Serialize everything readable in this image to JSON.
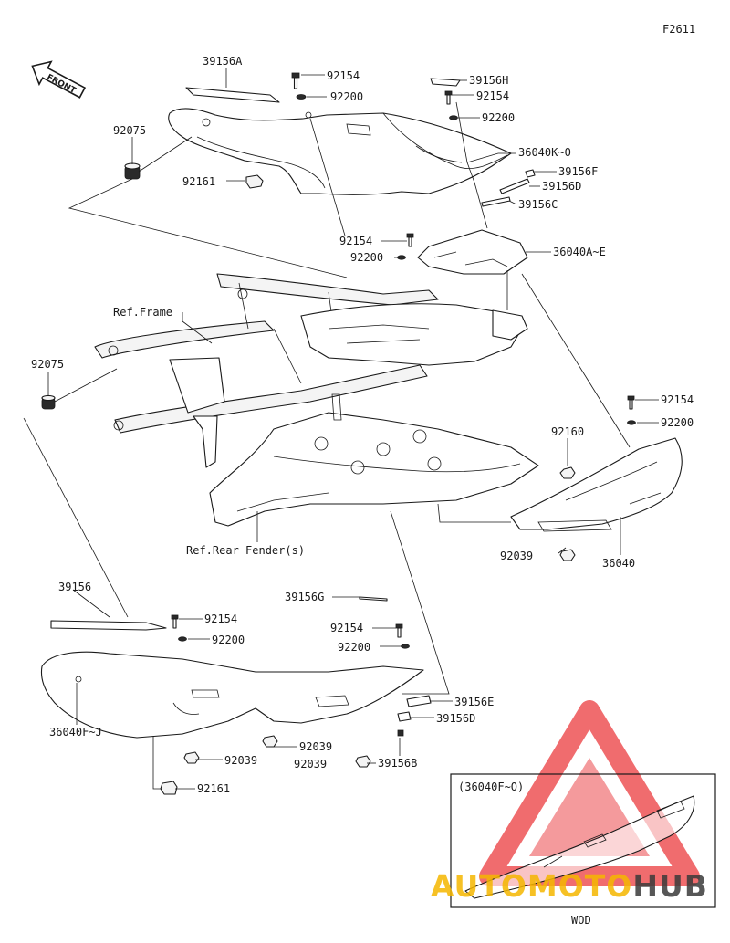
{
  "figure_code": "F2611",
  "front_label": "FRONT",
  "labels": {
    "p39156A": "39156A",
    "p92154_a": "92154",
    "p92200_a": "92200",
    "p92075_top": "92075",
    "p92161_top": "92161",
    "p39156H": "39156H",
    "p92154_b": "92154",
    "p92200_b": "92200",
    "p36040KO": "36040K~O",
    "p39156F": "39156F",
    "p39156D_top": "39156D",
    "p39156C": "39156C",
    "p92154_c": "92154",
    "p92200_c": "92200",
    "p36040AE": "36040A~E",
    "ref_frame": "Ref.Frame",
    "p92075_mid": "92075",
    "p92154_d": "92154",
    "p92200_d": "92200",
    "p92160": "92160",
    "ref_rear_fender": "Ref.Rear Fender(s)",
    "p92039_right": "92039",
    "p36040": "36040",
    "p39156": "39156",
    "p92154_e": "92154",
    "p39156G": "39156G",
    "p92200_e": "92200",
    "p92154_f": "92154",
    "p92200_f": "92200",
    "p36040FJ": "36040F~J",
    "p39156E": "39156E",
    "p39156D_bot": "39156D",
    "p92039_a": "92039",
    "p92039_b": "92039",
    "p92039_c": "92039",
    "p39156B": "39156B",
    "p92161_bot": "92161"
  },
  "inset": {
    "title": "(36040F~O)",
    "caption": "WOD"
  },
  "watermark": {
    "text": "AUTOMOTOHUB",
    "auto_color": "#f5b700",
    "moto_color": "#f5b700",
    "hub_color": "#3a3a3a",
    "triangle_color": "#e8272a"
  }
}
